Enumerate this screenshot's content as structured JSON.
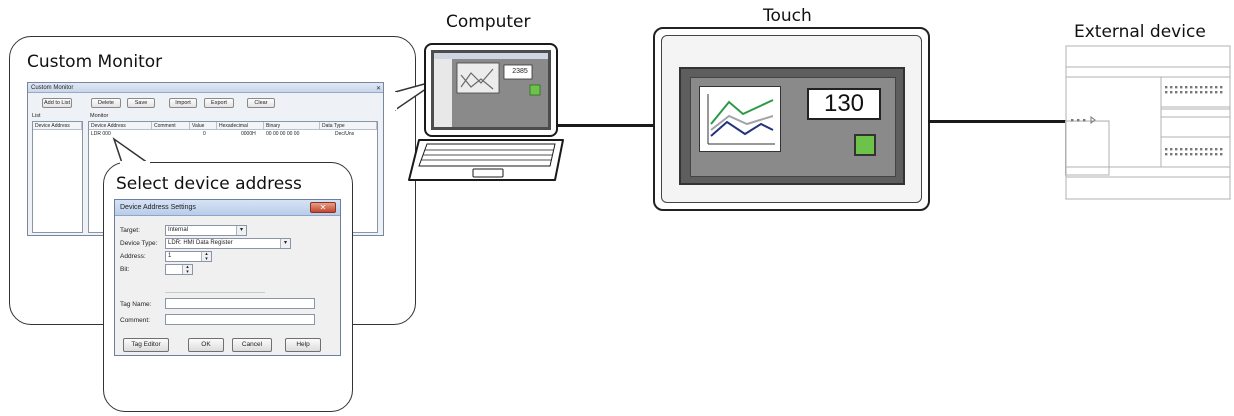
{
  "devices": {
    "computer_label": "Computer",
    "touch_label": "Touch",
    "external_label": "External device",
    "touch_value": "130",
    "laptop_screen_value": "2385"
  },
  "custom_monitor": {
    "title": "Custom Monitor",
    "window_title": "Custom Monitor",
    "buttons": [
      "Add to List",
      "Delete",
      "Save",
      "Import",
      "Export",
      "Clear"
    ],
    "list_label": "List",
    "list_header": "Device Address",
    "monitor_label": "Monitor",
    "columns": [
      "Device Address",
      "Comment",
      "Value",
      "Hexadecimal",
      "Binary",
      "Data Type"
    ],
    "row": [
      "LDR 000",
      "",
      "0",
      "0000H",
      "00 00 00 00 00",
      "Dec/Uns"
    ]
  },
  "device_address": {
    "callout_title": "Select device address",
    "window_title": "Device Address Settings",
    "target_label": "Target:",
    "target_value": "Internal",
    "device_type_label": "Device Type:",
    "device_type_value": "LDR: HMI Data Register",
    "address_label": "Address:",
    "address_value": "1",
    "bit_label": "Bit:",
    "bit_value": "",
    "tag_name_label": "Tag Name:",
    "comment_label": "Comment:",
    "buttons": [
      "Tag Editor",
      "OK",
      "Cancel",
      "Help"
    ]
  },
  "colors": {
    "outline": "#333333",
    "chart_green": "#2a9a48",
    "chart_gray": "#a0a4a8",
    "chart_navy": "#24337a",
    "lamp_green": "#6dc24a",
    "bezel": "#5e5e5e"
  }
}
